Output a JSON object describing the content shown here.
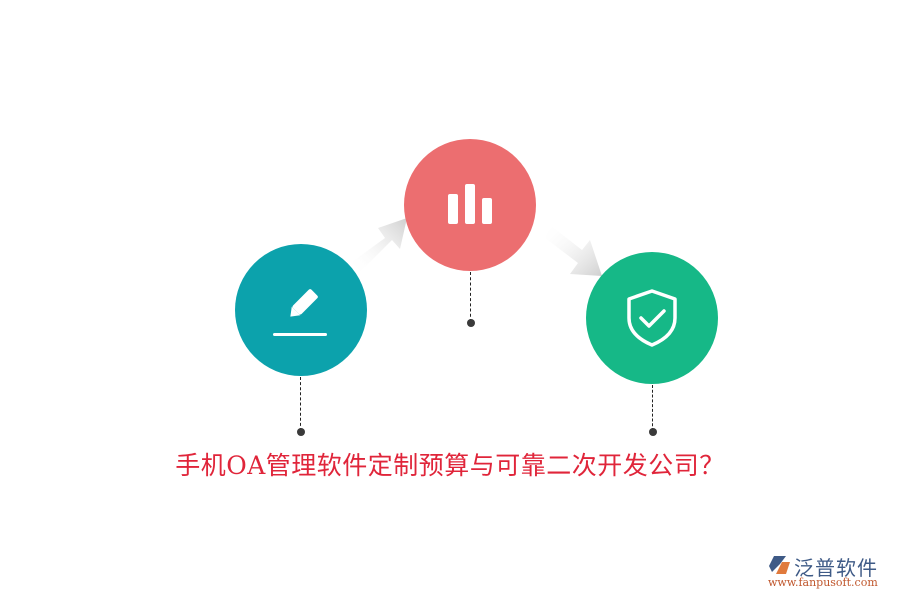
{
  "title": "手机OA管理软件定制预算与可靠二次开发公司？",
  "nodes": [
    {
      "id": "edit",
      "icon": "pencil-icon",
      "color": "#0ca2ac"
    },
    {
      "id": "chart",
      "icon": "bar-chart-icon",
      "color": "#ec6e70"
    },
    {
      "id": "shield",
      "icon": "shield-check-icon",
      "color": "#16b887"
    }
  ],
  "arrows": [
    {
      "from": "edit",
      "to": "chart",
      "direction": "up-right"
    },
    {
      "from": "chart",
      "to": "shield",
      "direction": "down-right"
    }
  ],
  "watermark": {
    "name": "泛普软件",
    "url": "www.fanpusoft.com",
    "name_color": "#3e5a86",
    "url_color": "#c0572d"
  }
}
